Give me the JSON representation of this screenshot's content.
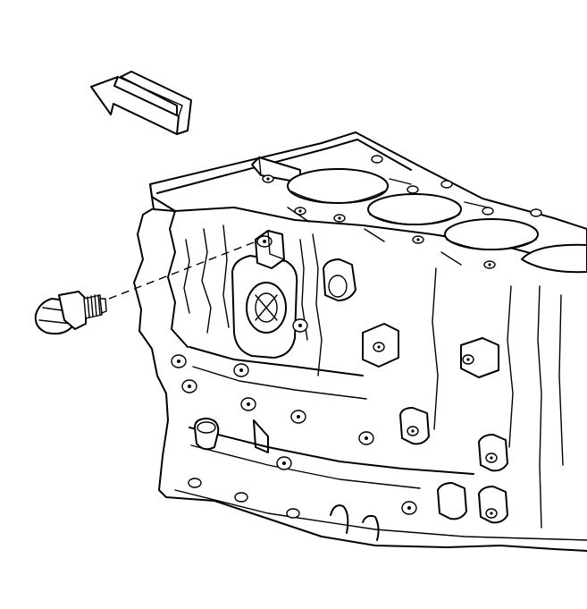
{
  "diagram": {
    "colors": {
      "line": "#000000",
      "background": "#ffffff"
    },
    "components": [
      {
        "id": "direction-arrow",
        "icon": "arrow-up-left-icon"
      },
      {
        "id": "sensor-plug",
        "icon": "threaded-plug-icon"
      },
      {
        "id": "engine-block",
        "icon": "engine-block-icon"
      }
    ]
  }
}
